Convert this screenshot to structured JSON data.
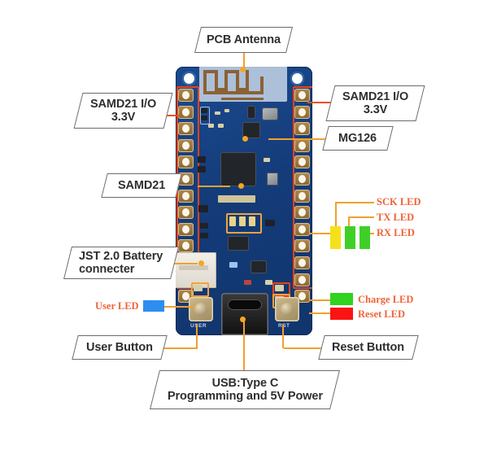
{
  "diagram": {
    "title": "Wio Lite / Seeed SAMD21 BLE board annotated diagram",
    "background_color": "#ffffff",
    "board_color": "#15407f",
    "leader_colors": {
      "orange": "#f0a030",
      "red": "#e8511f"
    },
    "highlight_box_colors": {
      "red": "#e8431d",
      "orange": "#f2a33a"
    }
  },
  "callouts": [
    {
      "id": "pcb-antenna",
      "label": "PCB Antenna"
    },
    {
      "id": "samd21-io-left",
      "label": "SAMD21 I/O\n3.3V"
    },
    {
      "id": "samd21-io-right",
      "label": "SAMD21 I/O\n3.3V"
    },
    {
      "id": "mg126",
      "label": "MG126"
    },
    {
      "id": "samd21",
      "label": "SAMD21"
    },
    {
      "id": "jst-battery",
      "label": "JST 2.0 Battery\nconnecter"
    },
    {
      "id": "user-button",
      "label": "User Button"
    },
    {
      "id": "reset-button",
      "label": "Reset Button"
    },
    {
      "id": "usb-type-c",
      "label": "USB:Type C\nProgramming and 5V Power"
    }
  ],
  "led_labels": [
    {
      "id": "sck-led",
      "label": "SCK LED",
      "swatch_color": "#f5e11a",
      "text_color": "#ef6337"
    },
    {
      "id": "tx-led",
      "label": "TX LED",
      "swatch_color": "#3fd028",
      "text_color": "#ef6337"
    },
    {
      "id": "rx-led",
      "label": "RX LED",
      "swatch_color": "#3fd028",
      "text_color": "#ef6337"
    },
    {
      "id": "charge-led",
      "label": "Charge LED",
      "swatch_color": "#2fd320",
      "text_color": "#ef6337"
    },
    {
      "id": "reset-led",
      "label": "Reset LED",
      "swatch_color": "#fa1414",
      "text_color": "#ef6337"
    },
    {
      "id": "user-led",
      "label": "User LED",
      "swatch_color": "#2e8df0",
      "text_color": "#ef6337"
    }
  ],
  "board_silkscreen": [
    {
      "id": "user-silk",
      "text": "USER"
    },
    {
      "id": "rst-silk",
      "text": "RST"
    }
  ]
}
